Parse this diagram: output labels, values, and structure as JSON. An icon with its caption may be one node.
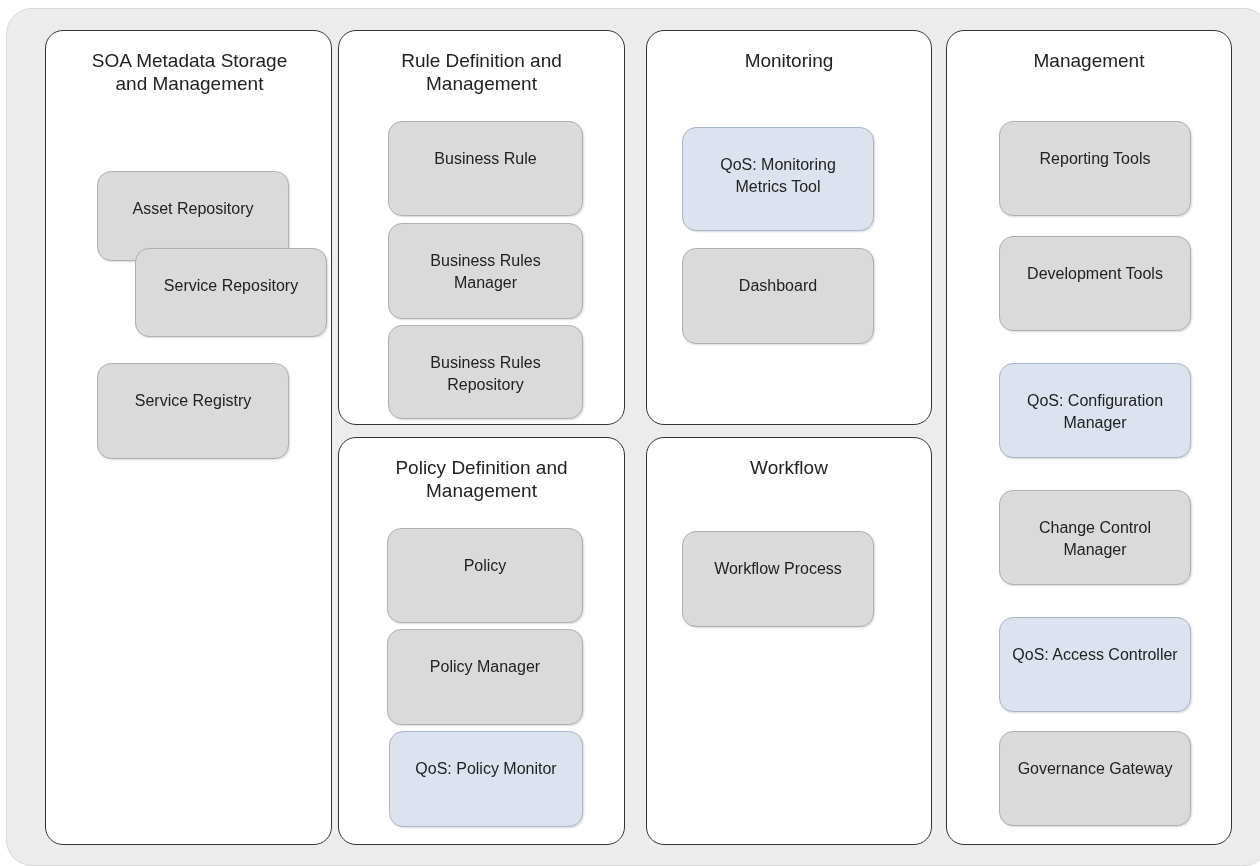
{
  "diagram": {
    "nodes": [
      {
        "text": [
          "SOA Metadata Storage and Management"
        ]
      },
      {
        "text": [
          "Asset Repository"
        ],
        "in": 0
      },
      {
        "text": [
          "Service Repository"
        ],
        "in": 0
      },
      {
        "text": [
          "Service Registry"
        ],
        "in": 0
      },
      {
        "text": [
          "Rule Definition and Management"
        ]
      },
      {
        "text": [
          "Business Rule"
        ],
        "in": 4
      },
      {
        "text": [
          "Business Rules Manager"
        ],
        "in": 4
      },
      {
        "text": [
          "Business Rules Repository"
        ],
        "in": 4
      },
      {
        "text": [
          "Policy Definition and Management"
        ]
      },
      {
        "text": [
          "Policy"
        ],
        "in": 8
      },
      {
        "text": [
          "Policy Manager"
        ],
        "in": 8
      },
      {
        "text": [
          "QoS: Policy Monitor"
        ],
        "in": 8
      },
      {
        "text": [
          "Monitoring"
        ]
      },
      {
        "text": [
          "QoS: Monitoring Metrics Tool"
        ],
        "in": 12
      },
      {
        "text": [
          "Dashboard"
        ],
        "in": 12
      },
      {
        "text": [
          "Workflow"
        ]
      },
      {
        "text": [
          "Workflow Process"
        ],
        "in": 15
      },
      {
        "text": [
          "Management"
        ]
      },
      {
        "text": [
          "Reporting Tools"
        ],
        "in": 17
      },
      {
        "text": [
          "Development Tools"
        ],
        "in": 17
      },
      {
        "text": [
          "QoS: Configuration Manager"
        ],
        "in": 17
      },
      {
        "text": [
          "Change Control Manager"
        ],
        "in": 17
      },
      {
        "text": [
          "QoS: Access Controller"
        ],
        "in": 17
      },
      {
        "text": [
          "Governance Gateway"
        ],
        "in": 17
      }
    ]
  }
}
